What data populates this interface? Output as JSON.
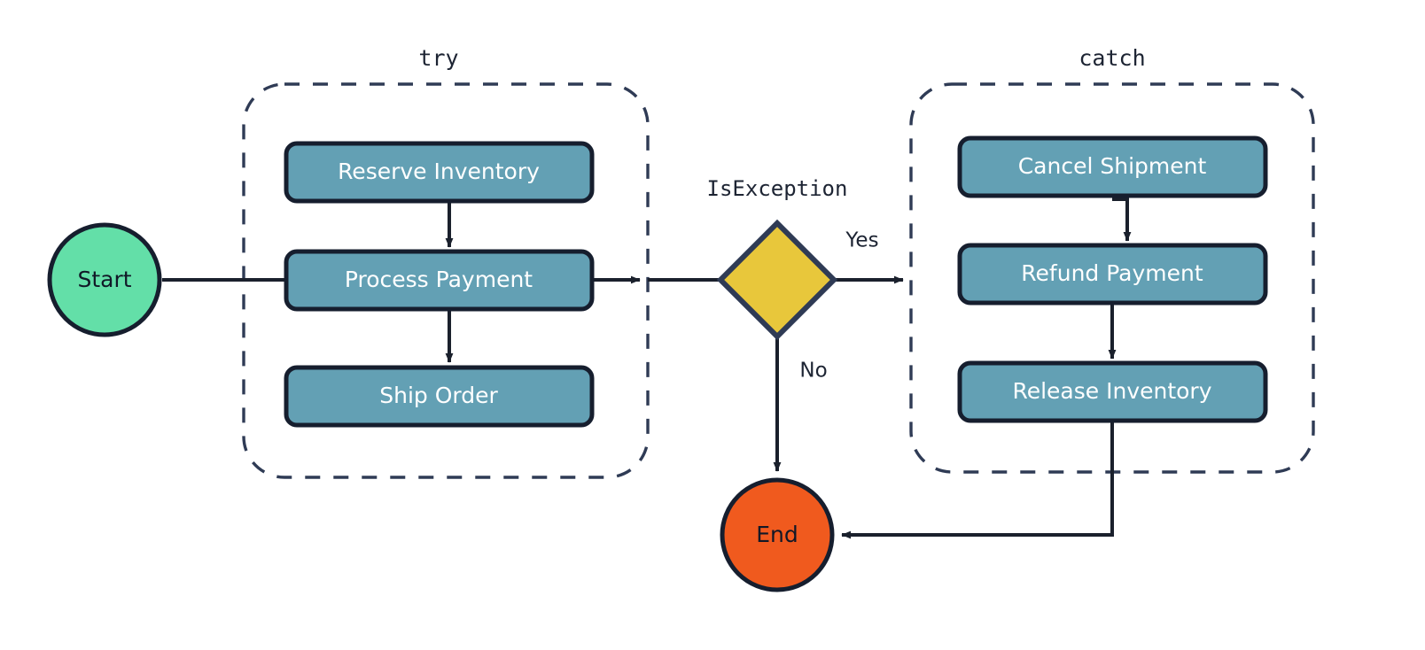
{
  "diagram": {
    "title_none": "",
    "colors": {
      "background": "#ffffff",
      "stroke_dark": "#1a202c",
      "cluster_border": "#2f3b55",
      "process_fill": "#63a0b4",
      "process_border": "#161e2e",
      "decision_fill": "#e8c73b",
      "decision_border": "#2f3b55",
      "start_fill": "#63dfa8",
      "end_fill": "#f05a1e",
      "node_text": "#ffffff",
      "terminal_text": "#111827",
      "label_text": "#1d2433"
    },
    "clusters": [
      {
        "id": "try",
        "label": "try"
      },
      {
        "id": "catch",
        "label": "catch"
      }
    ],
    "nodes": {
      "start": {
        "label": "Start",
        "shape": "circle"
      },
      "reserve_inventory": {
        "label": "Reserve Inventory",
        "shape": "rounded-rect"
      },
      "process_payment": {
        "label": "Process Payment",
        "shape": "rounded-rect"
      },
      "ship_order": {
        "label": "Ship Order",
        "shape": "rounded-rect"
      },
      "is_exception": {
        "label": "IsException",
        "shape": "diamond"
      },
      "cancel_shipment": {
        "label": "Cancel Shipment",
        "shape": "rounded-rect"
      },
      "refund_payment": {
        "label": "Refund Payment",
        "shape": "rounded-rect"
      },
      "release_inventory": {
        "label": "Release Inventory",
        "shape": "rounded-rect"
      },
      "end": {
        "label": "End",
        "shape": "circle"
      }
    },
    "edges": [
      {
        "from": "start",
        "to": "try",
        "label": ""
      },
      {
        "from": "reserve_inventory",
        "to": "process_payment",
        "label": ""
      },
      {
        "from": "process_payment",
        "to": "ship_order",
        "label": ""
      },
      {
        "from": "try",
        "to": "is_exception",
        "label": ""
      },
      {
        "from": "is_exception",
        "to": "catch",
        "label": "Yes"
      },
      {
        "from": "is_exception",
        "to": "end",
        "label": "No"
      },
      {
        "from": "cancel_shipment",
        "to": "refund_payment",
        "label": ""
      },
      {
        "from": "refund_payment",
        "to": "release_inventory",
        "label": ""
      },
      {
        "from": "release_inventory",
        "to": "end",
        "label": ""
      }
    ],
    "edge_labels": {
      "yes": "Yes",
      "no": "No"
    }
  }
}
